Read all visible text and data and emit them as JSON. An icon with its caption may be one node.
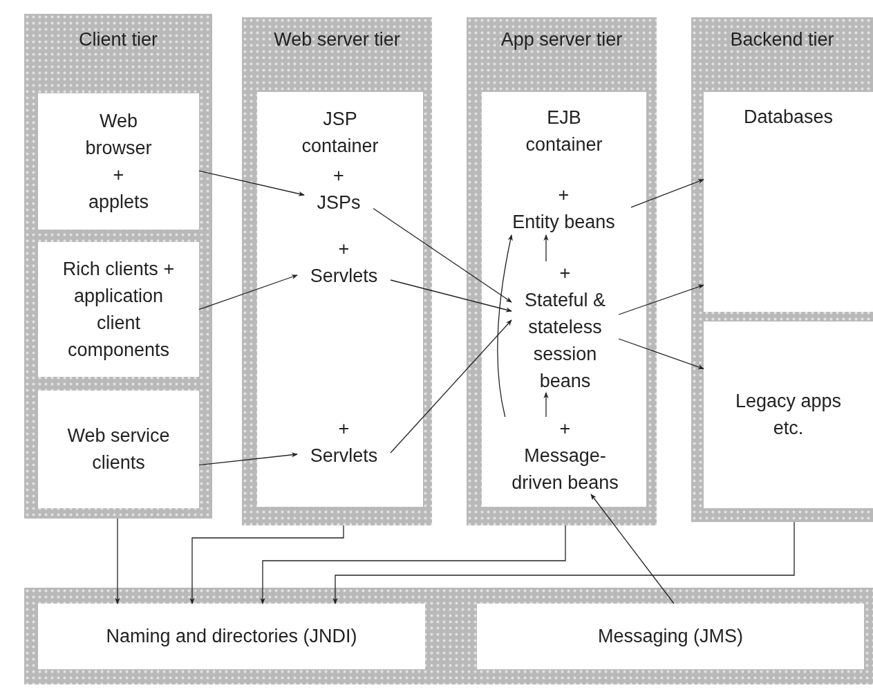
{
  "diagram": {
    "nodes": [
      {
        "text": [
          "Client tier"
        ]
      },
      {
        "text": [
          "Web browser + applets"
        ],
        "in": 0
      },
      {
        "text": [
          "Rich clients + application client components"
        ],
        "in": 0
      },
      {
        "text": [
          "Web service clients"
        ],
        "in": 0
      },
      {
        "text": [
          "Web server tier"
        ]
      },
      {
        "text": [
          "JSP container"
        ],
        "in": 4
      },
      {
        "text": [
          "+",
          "JSPs"
        ],
        "in": 5
      },
      {
        "text": [
          "+",
          "Servlets"
        ],
        "in": 5
      },
      {
        "text": [
          "+",
          "Servlets"
        ],
        "in": 5
      },
      {
        "text": [
          "App server tier"
        ]
      },
      {
        "text": [
          "EJB container"
        ],
        "in": 9
      },
      {
        "text": [
          "+",
          "Entity beans"
        ],
        "in": 10
      },
      {
        "text": [
          "+",
          "Stateful & stateless session beans"
        ],
        "in": 10
      },
      {
        "text": [
          "+",
          "Message-driven beans"
        ],
        "in": 10
      },
      {
        "text": [
          "Backend tier"
        ]
      },
      {
        "text": [
          "Databases"
        ],
        "in": 14
      },
      {
        "text": [
          "Legacy apps etc."
        ],
        "in": 14
      },
      {
        "text": [],
        "shape": "box"
      },
      {
        "text": [
          "Naming and directories (JNDI)"
        ],
        "in": 17
      },
      {
        "text": [
          "Messaging (JMS)"
        ],
        "in": 17
      }
    ],
    "edges": [
      {
        "from": 1,
        "to": 6,
        "arrow": "to"
      },
      {
        "from": 2,
        "to": 7,
        "arrow": "to"
      },
      {
        "from": 3,
        "to": 8,
        "arrow": "to"
      },
      {
        "from": 6,
        "to": 12,
        "arrow": "to"
      },
      {
        "from": 7,
        "to": 12,
        "arrow": "to"
      },
      {
        "from": 8,
        "to": 12,
        "arrow": "to"
      },
      {
        "from": 12,
        "to": 11,
        "arrow": "to"
      },
      {
        "from": 13,
        "to": 12,
        "arrow": "to"
      },
      {
        "from": 13,
        "to": 11,
        "arrow": "to"
      },
      {
        "from": 11,
        "to": 15,
        "arrow": "to"
      },
      {
        "from": 12,
        "to": 15,
        "arrow": "to"
      },
      {
        "from": 12,
        "to": 16,
        "arrow": "to"
      },
      {
        "from": 0,
        "to": 18,
        "arrow": "to"
      },
      {
        "from": 4,
        "to": 18,
        "arrow": "to"
      },
      {
        "from": 9,
        "to": 18,
        "arrow": "to"
      },
      {
        "from": 14,
        "to": 18,
        "arrow": "to"
      },
      {
        "from": 19,
        "to": 13,
        "arrow": "to"
      }
    ]
  }
}
